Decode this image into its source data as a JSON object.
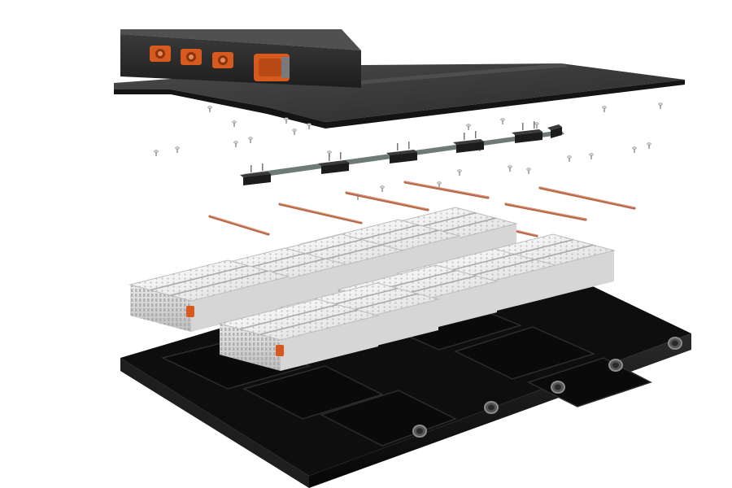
{
  "image": {
    "subject": "exploded-battery-pack",
    "background_color": "#ffffff"
  },
  "colors": {
    "cover": "#2b2b2b",
    "cover_dark": "#1a1a1a",
    "connector_orange": "#d65a1e",
    "busbar_copper": "#b86a4a",
    "module_white": "#ececec",
    "module_top": "#f4f4f4",
    "module_shadow": "#c9c9c9",
    "tray_black": "#151515",
    "tray_inner": "#0a0a0a",
    "port_ring": "#8c8c8c"
  },
  "parts": {
    "connectors_count": 4,
    "bms_nodes_count": 6,
    "busbars_count": 8,
    "modules_count": 10,
    "tray_ports_count": 5
  }
}
